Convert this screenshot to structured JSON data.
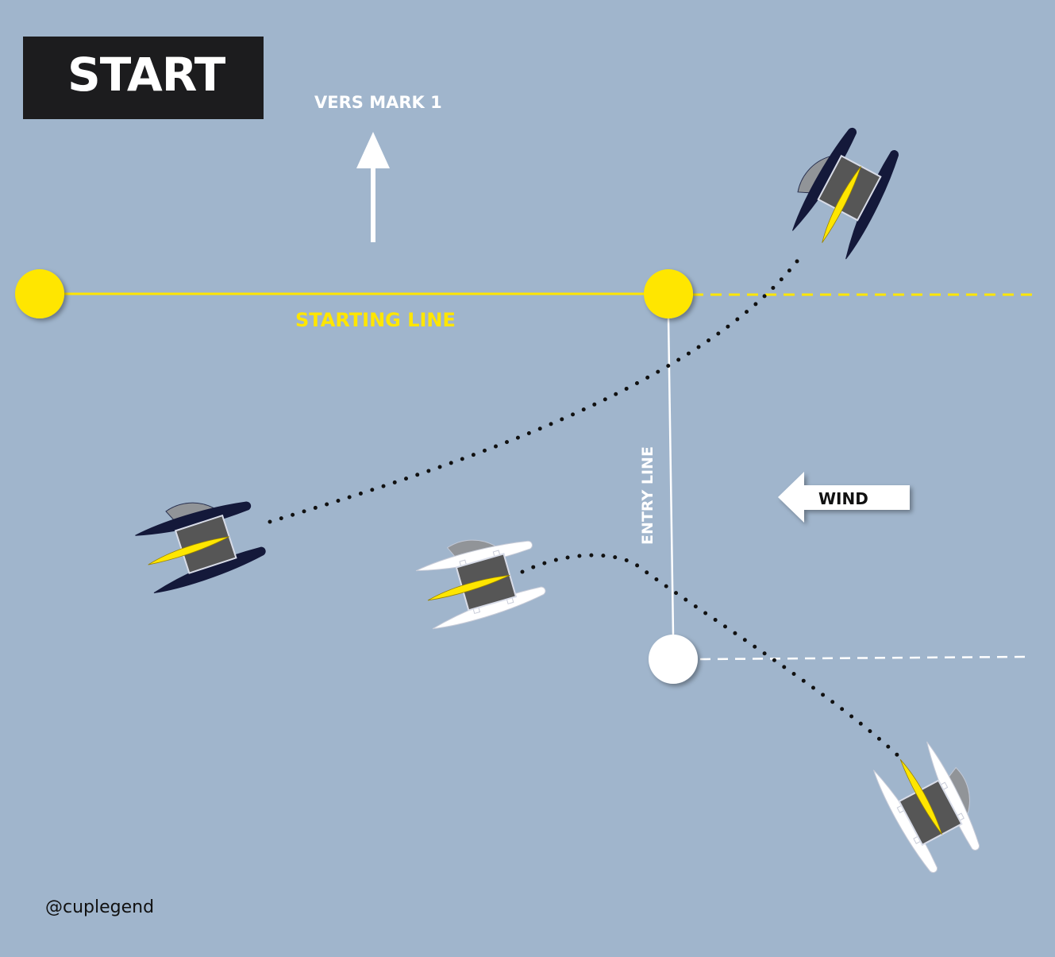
{
  "diagram": {
    "title": "START",
    "labels": {
      "to_mark": "VERS MARK 1",
      "starting_line": "STARTING LINE",
      "entry_line": "ENTRY LINE",
      "wind": "WIND"
    },
    "credit": "@cuplegend",
    "colors": {
      "water": "#a0b5cc",
      "title_box": "#1c1c1e",
      "line_yellow": "#ffe600",
      "navy_boat": "#14193a",
      "white_boat": "#ffffff",
      "sail": "#ffe600",
      "path_dots": "#111111"
    },
    "boats": [
      {
        "id": "navy-boat-top",
        "team": "navy"
      },
      {
        "id": "navy-boat-left",
        "team": "navy"
      },
      {
        "id": "white-boat-center",
        "team": "white"
      },
      {
        "id": "white-boat-bottom-right",
        "team": "white"
      }
    ]
  }
}
